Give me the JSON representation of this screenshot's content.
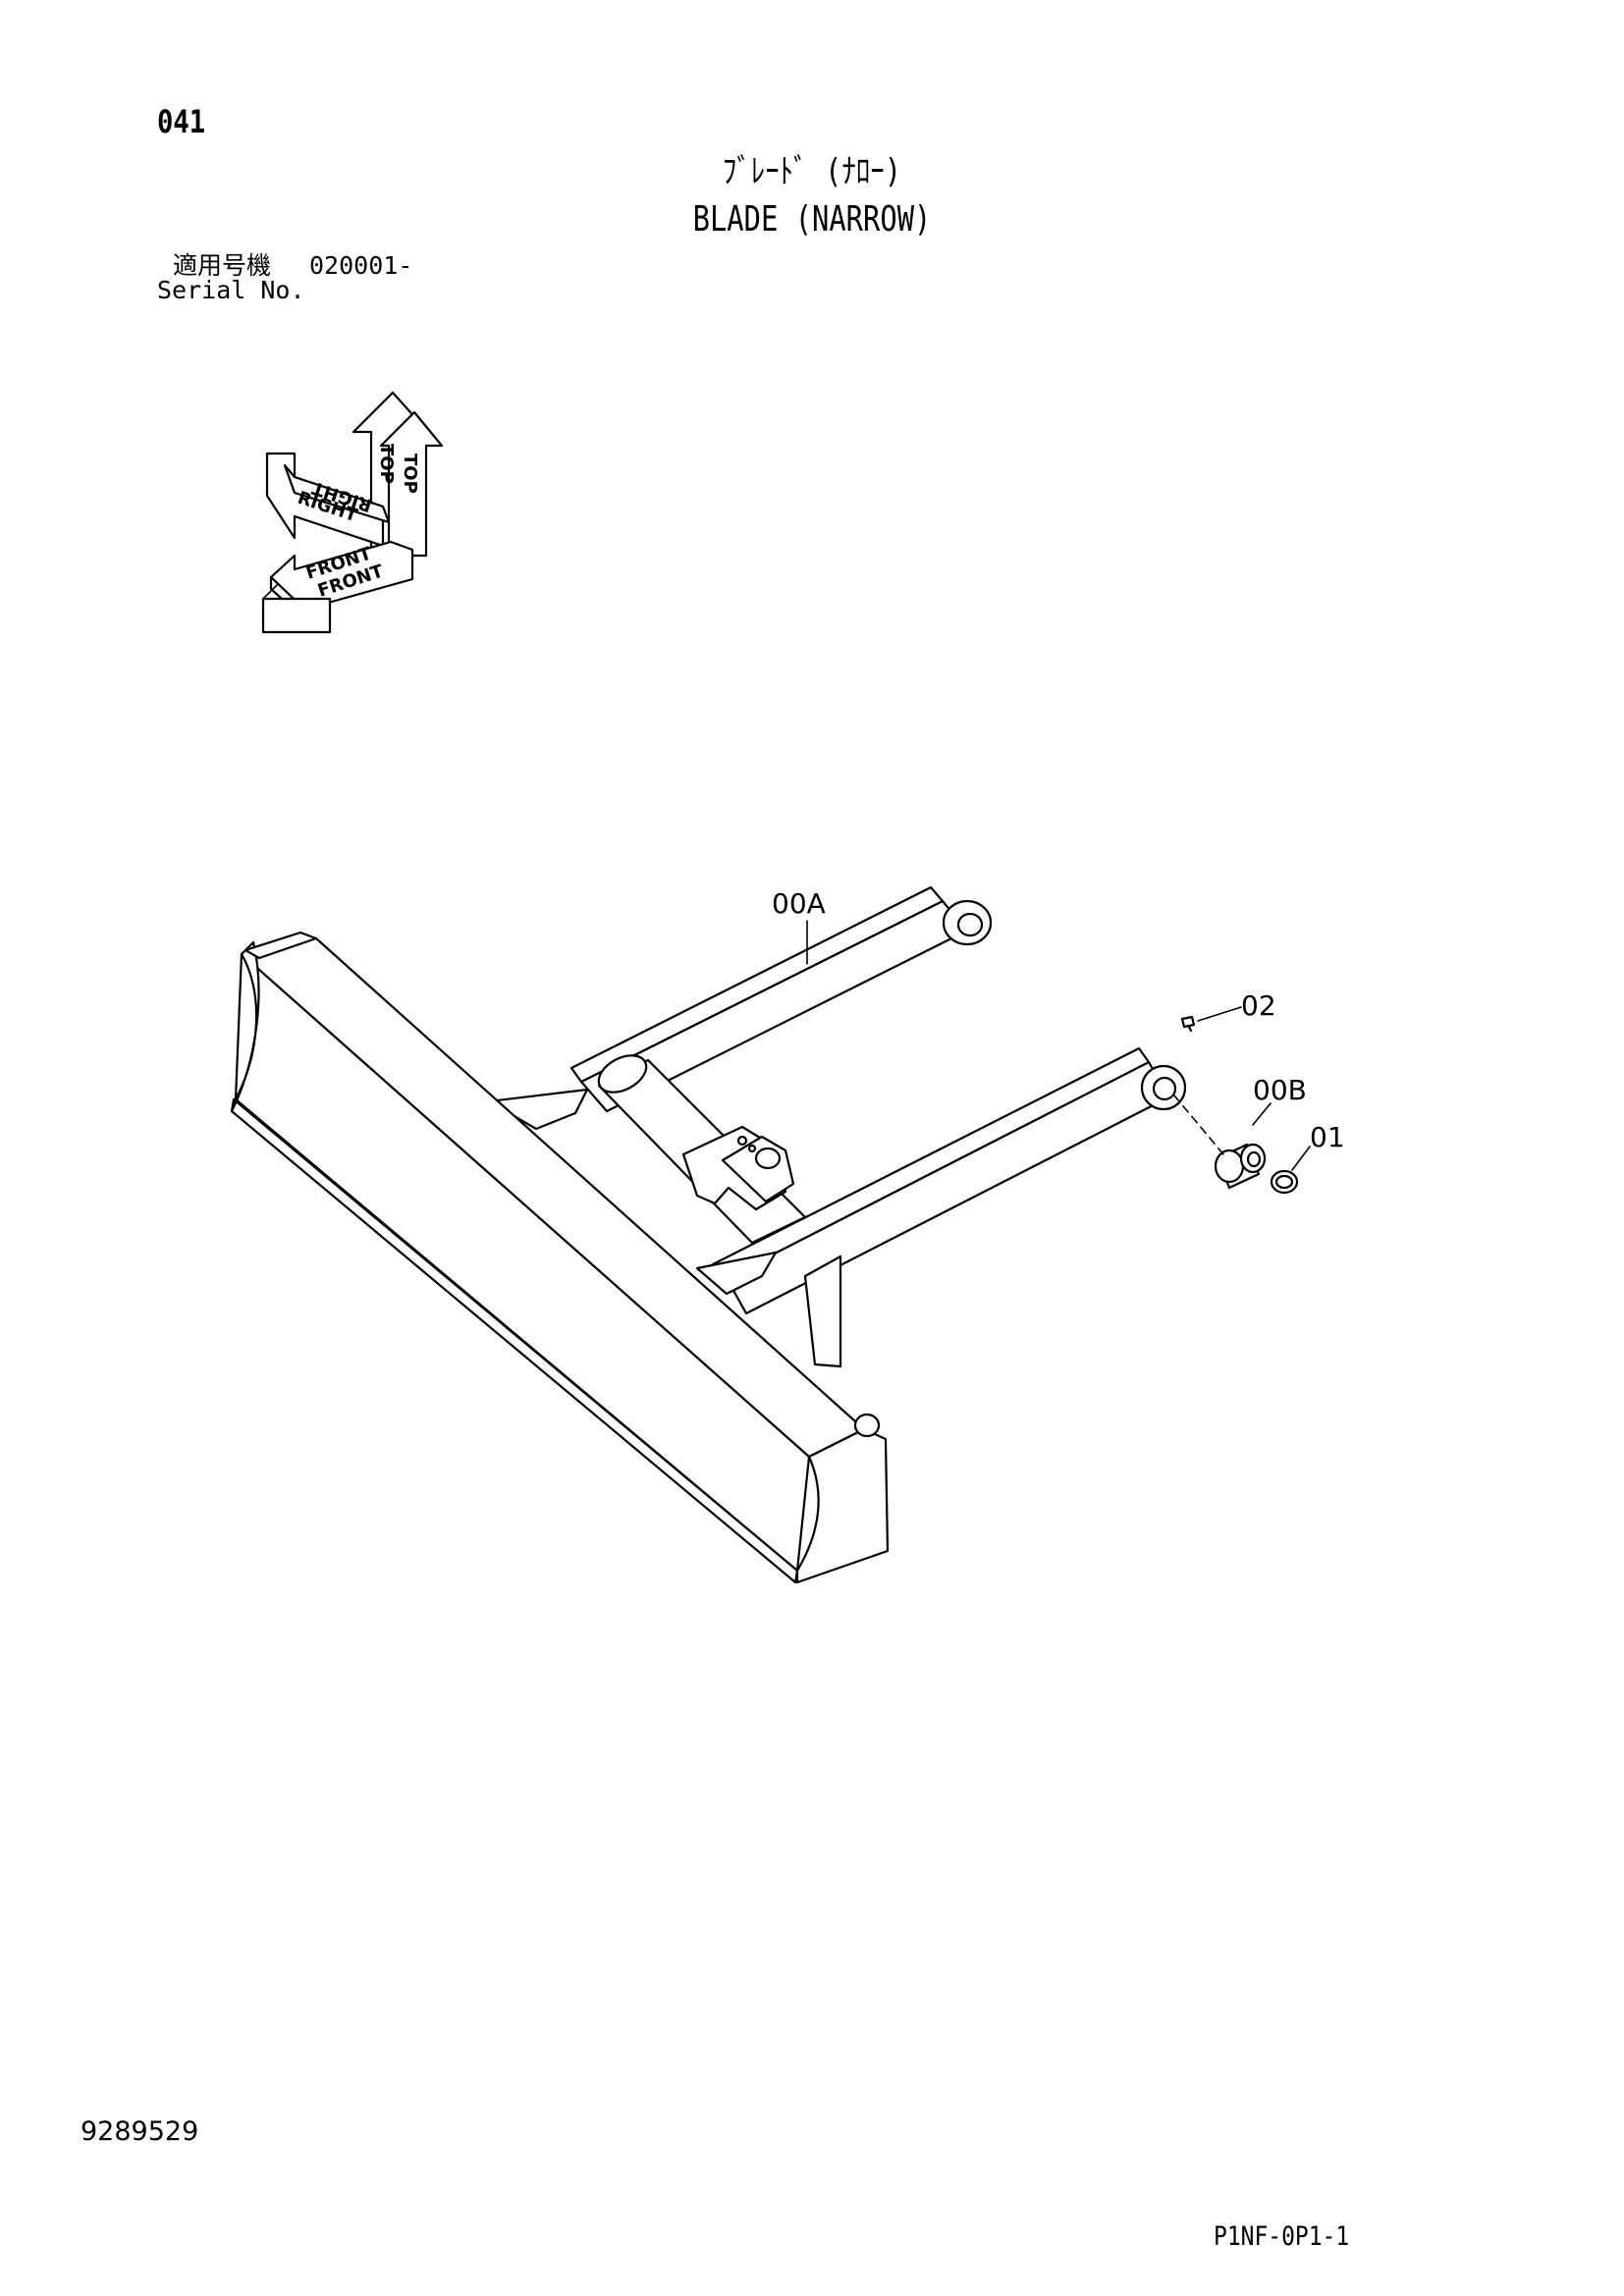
{
  "header": {
    "page_number": "041",
    "title_jp": "ﾌﾞﾚｰﾄﾞ (ﾅﾛｰ)",
    "title_en": "BLADE (NARROW)",
    "serial_label_jp": "適用号機",
    "serial_value": "020001-",
    "serial_label_en": "Serial No."
  },
  "orientation_icon": {
    "labels": {
      "top": "TOP",
      "top_mirror": "TOP",
      "right": "RIGHT",
      "right_mirror": "RIGHT",
      "front": "FRONT",
      "front_mirror": "FRONT"
    }
  },
  "callouts": {
    "arm": "00A",
    "grease_fitting": "02",
    "bushing": "00B",
    "ring": "01"
  },
  "footer": {
    "drawing_number": "9289529",
    "page_code": "P1NF-0P1-1"
  }
}
